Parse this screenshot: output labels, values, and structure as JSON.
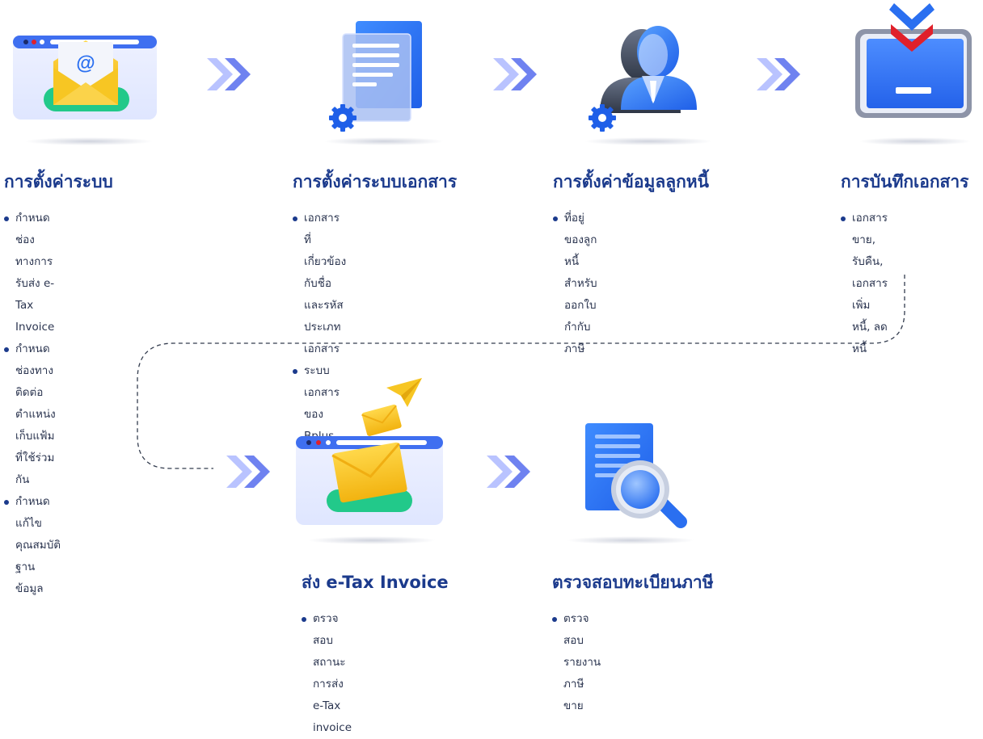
{
  "steps": [
    {
      "title": "การตั้งค่าระบบ",
      "bullets": [
        "กำหนดช่องทางการรับส่ง e-Tax Invoice",
        "กำหนดช่องทางติดต่อตำแหน่งเก็บแฟ้ม\nที่ใช้ร่วมกัน",
        "กำหนดแก้ไขคุณสมบัติฐานข้อมูล"
      ],
      "icon": "email-envelope-icon"
    },
    {
      "title": "การตั้งค่าระบบเอกสาร",
      "bullets": [
        "เอกสารที่เกี่ยวข้องกับชื่อ\nและรหัสประเภทเอกสาร",
        "ระบบเอกสารของ Bplus"
      ],
      "icon": "document-gear-icon"
    },
    {
      "title": "การตั้งค่าข้อมูลลูกหนี้",
      "bullets": [
        "ที่อยู่ของลูกหนี้ สำหรับออกใบกำกับภาษี"
      ],
      "icon": "user-gear-icon"
    },
    {
      "title": "การบันทึกเอกสาร",
      "bullets": [
        "เอกสารขาย, รับคืน,\nเอกสารเพิ่มหนี้, ลดหนี้"
      ],
      "icon": "download-monitor-icon"
    },
    {
      "title": "ส่ง e-Tax Invoice",
      "bullets": [
        "ตรวจสอบสถานะการส่ง e-Tax invoice"
      ],
      "icon": "send-mail-icon"
    },
    {
      "title": "ตรวจสอบทะเบียนภาษี",
      "bullets": [
        "ตรวจสอบรายงานภาษีขาย"
      ],
      "icon": "document-search-icon"
    }
  ],
  "colors": {
    "title": "#1b3a8c",
    "primary_blue": "#2a6ff0",
    "envelope_yellow": "#f7c623",
    "arrow_light": "#b9c3ff",
    "arrow_dark": "#6f82f0",
    "accent_red": "#e0202a"
  }
}
